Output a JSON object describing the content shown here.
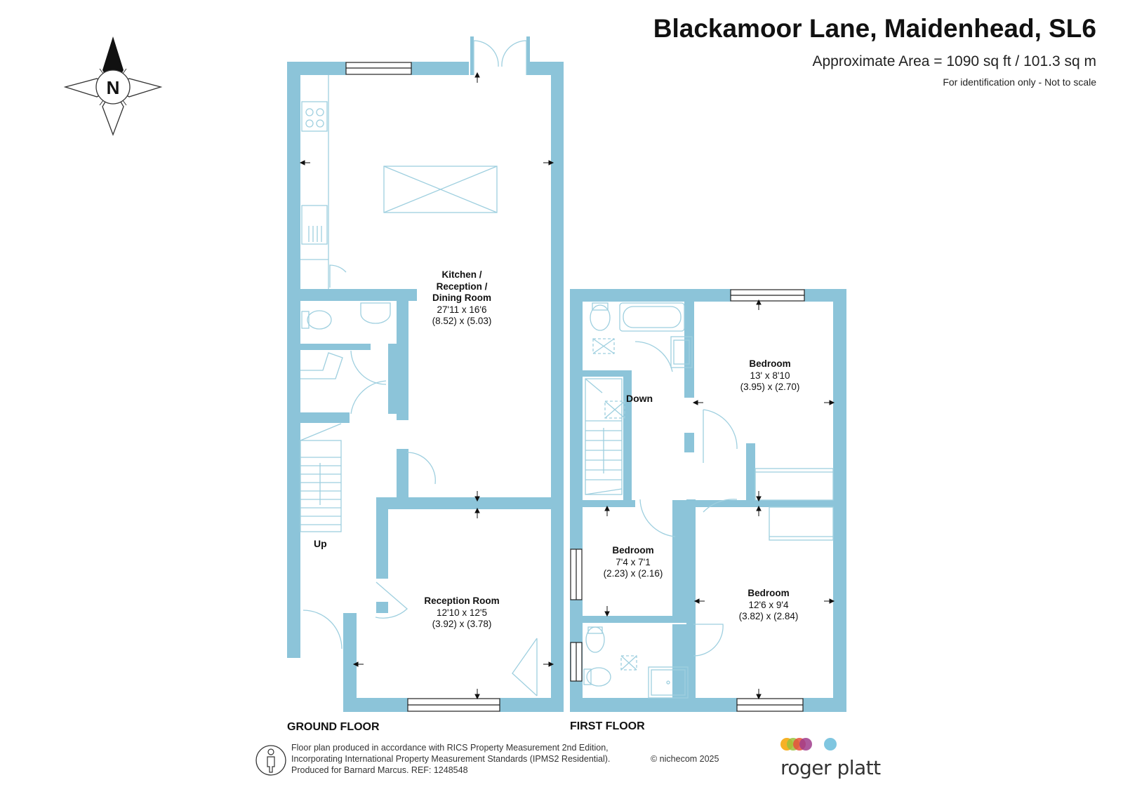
{
  "header": {
    "title": "Blackamoor Lane, Maidenhead, SL6",
    "area": "Approximate Area = 1090 sq ft / 101.3 sq m",
    "note": "For identification only - Not to scale"
  },
  "compass": {
    "letter": "N"
  },
  "colors": {
    "wall": "#8cc4d9",
    "fixture": "#9ecfdf",
    "text": "#111111"
  },
  "rooms": {
    "kitchen": {
      "name": "Kitchen /\nReception /\nDining Room",
      "imperial": "27'11 x 16'6",
      "metric": "(8.52) x (5.03)"
    },
    "reception": {
      "name": "Reception Room",
      "imperial": "12'10 x 12'5",
      "metric": "(3.92) x (3.78)"
    },
    "bedroom1": {
      "name": "Bedroom",
      "imperial": "13' x 8'10",
      "metric": "(3.95) x (2.70)"
    },
    "bedroom2": {
      "name": "Bedroom",
      "imperial": "7'4 x 7'1",
      "metric": "(2.23) x (2.16)"
    },
    "bedroom3": {
      "name": "Bedroom",
      "imperial": "12'6 x 9'4",
      "metric": "(3.82) x (2.84)"
    }
  },
  "stairs": {
    "up": "Up",
    "down": "Down"
  },
  "floors": {
    "ground": "GROUND FLOOR",
    "first": "FIRST FLOOR"
  },
  "footer": {
    "line1": "Floor plan produced in accordance with RICS Property Measurement 2nd Edition,",
    "line2": "Incorporating International Property Measurement Standards (IPMS2 Residential).",
    "line3": "Produced for Barnard Marcus.   REF:  1248548",
    "copyright": "© nichecom 2025"
  },
  "logo": {
    "text": "roger platt",
    "dot_colors": [
      "#f4a300",
      "#9bc23c",
      "#e8503a",
      "#a03c8c",
      "#7fc6e0"
    ]
  }
}
